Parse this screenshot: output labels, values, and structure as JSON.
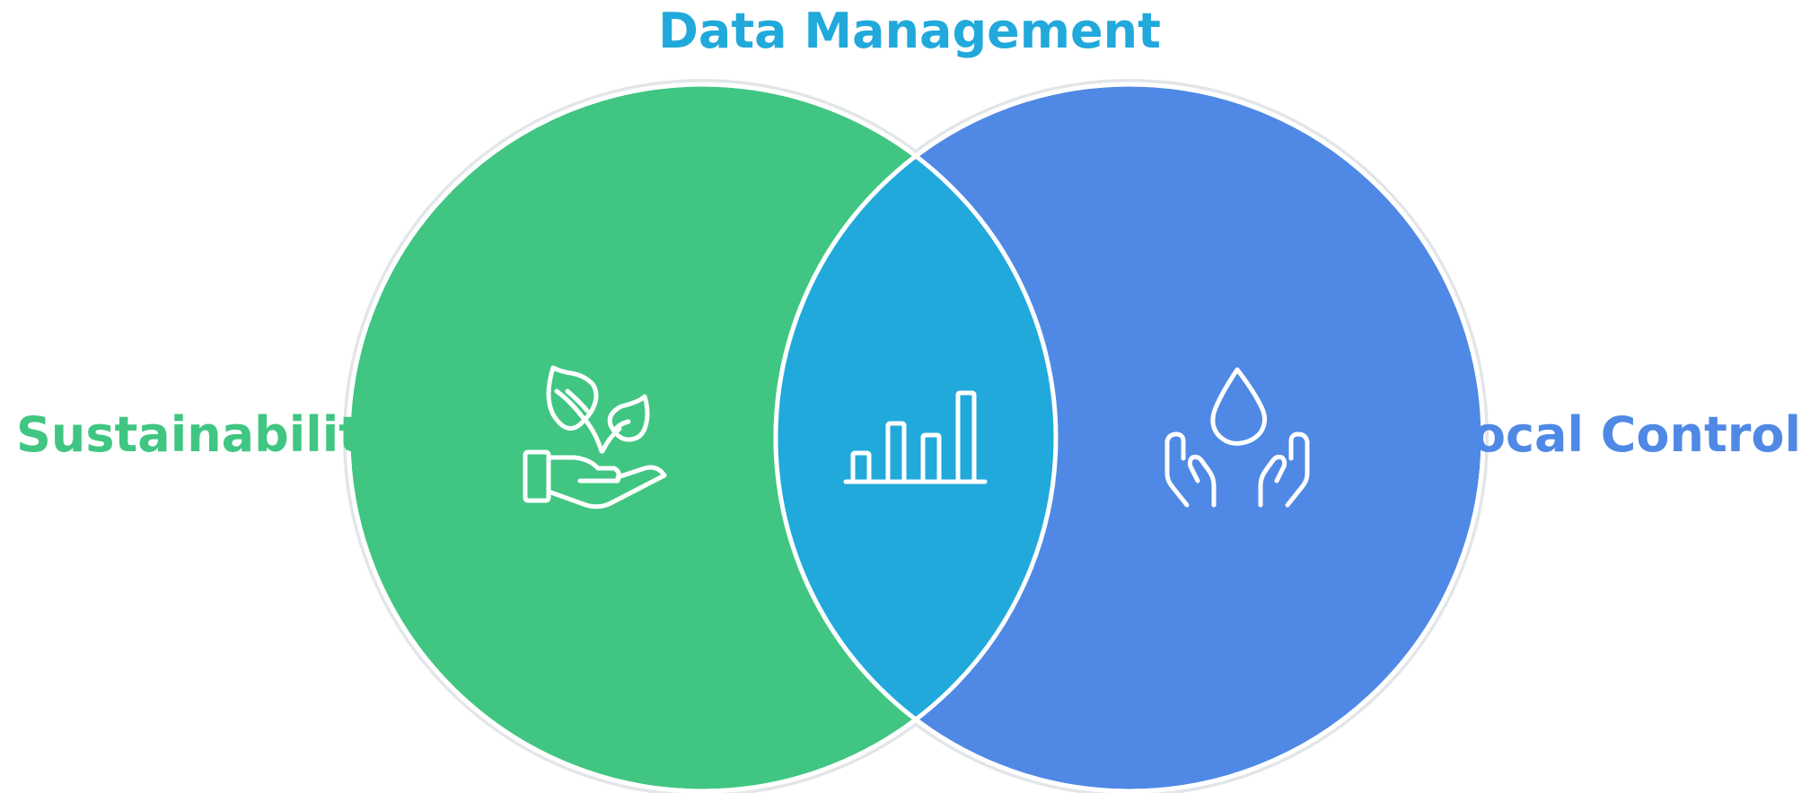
{
  "diagram": {
    "type": "venn",
    "labels": {
      "intersection": "Data Management",
      "left": "Sustainability",
      "right": "Local Control"
    },
    "icons": {
      "left": "plant-in-hand-icon",
      "intersection": "bar-chart-icon",
      "right": "water-drop-hands-icon"
    },
    "colors": {
      "left": "#40C682",
      "right": "#4F89E5",
      "intersection": "#21A9DB",
      "stroke": "#FFFFFF",
      "outline": "#E3E6E8"
    }
  }
}
